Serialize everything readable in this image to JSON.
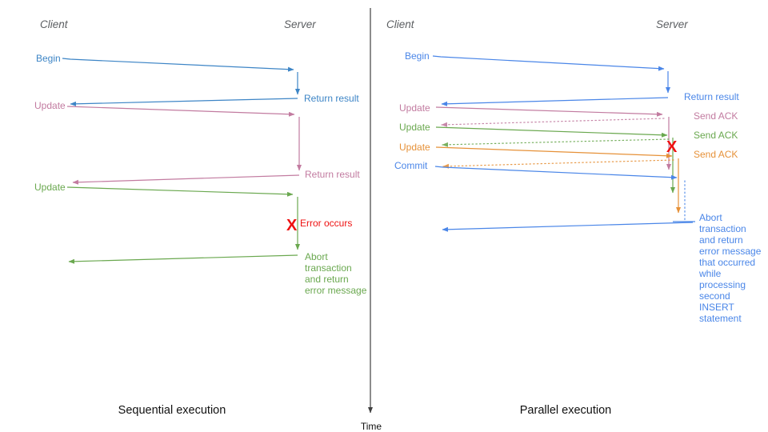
{
  "colors": {
    "blue_left": "#3d85c6",
    "blue_right": "#4a86e8",
    "pink": "#c27ba0",
    "green": "#6aa84f",
    "orange": "#e69138",
    "red": "#ee1111",
    "gray_label": "#5b5e61",
    "axis": "#3f3f3f",
    "title": "#111111"
  },
  "time_axis": {
    "label": "Time"
  },
  "left": {
    "title": "Sequential execution",
    "client": "Client",
    "server": "Server",
    "begin": "Begin",
    "return_result_1": "Return result",
    "update_1": "Update",
    "return_result_2": "Return result",
    "update_2": "Update",
    "error_mark": "X",
    "error_label": "Error occurs",
    "abort_lines": [
      "Abort",
      "transaction",
      "and return",
      "error message"
    ]
  },
  "right": {
    "title": "Parallel execution",
    "client": "Client",
    "server": "Server",
    "begin": "Begin",
    "return_result": "Return result",
    "update_1": "Update",
    "ack_1": "Send ACK",
    "update_2": "Update",
    "ack_2": "Send ACK",
    "update_3": "Update",
    "ack_3": "Send ACK",
    "commit": "Commit",
    "error_mark": "X",
    "abort_lines": [
      "Abort",
      "transaction",
      "and return",
      "error message",
      "that occurred",
      "while",
      "processing",
      "second",
      "INSERT",
      "statement"
    ]
  }
}
